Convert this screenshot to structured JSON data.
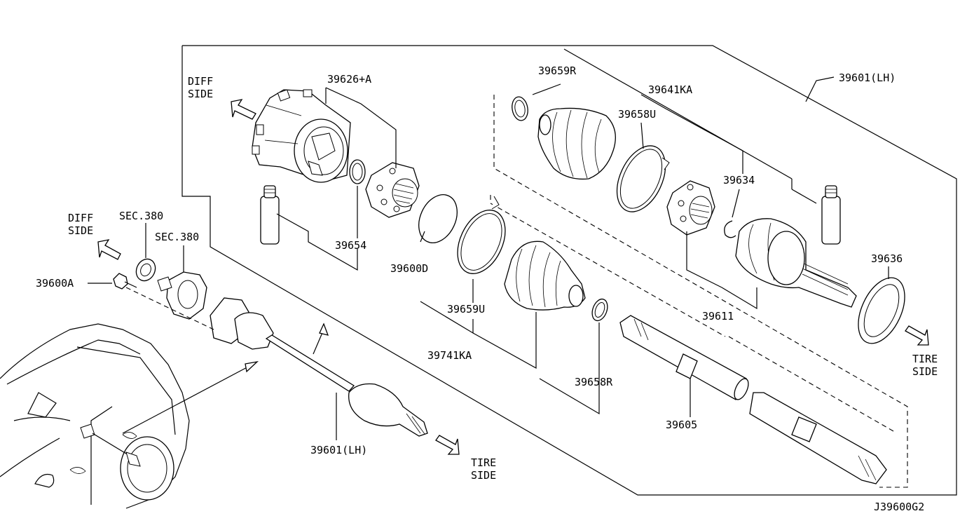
{
  "labels": {
    "diff_side_top": [
      "DIFF",
      "SIDE"
    ],
    "diff_side_left": [
      "DIFF",
      "SIDE"
    ],
    "tire_side_right": [
      "TIRE",
      "SIDE"
    ],
    "tire_side_bottom": [
      "TIRE",
      "SIDE"
    ],
    "p39626A": "39626+A",
    "p39654": "39654",
    "p39600D": "39600D",
    "p39659U": "39659U",
    "p39741KA": "39741KA",
    "p39658R": "39658R",
    "p39659R": "39659R",
    "p39641KA": "39641KA",
    "p39658U": "39658U",
    "p39634": "39634",
    "p39601LH_top": "39601(LH)",
    "p39636": "39636",
    "p39611": "39611",
    "p39605": "39605",
    "sec380_a": "SEC.380",
    "sec380_b": "SEC.380",
    "p39600A": "39600A",
    "p39601LH_bottom": "39601(LH)",
    "diagram_code": "J39600G2"
  }
}
